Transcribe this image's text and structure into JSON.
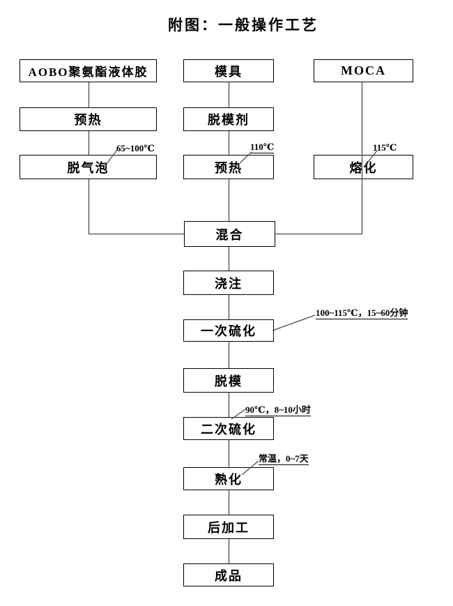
{
  "title": "附图：一般操作工艺",
  "flowchart": {
    "boxes": {
      "aobo": "AOBO聚氨酯液体胶",
      "preheat_glue": "预热",
      "degas": "脱气泡",
      "mold": "模具",
      "release_agent": "脱模剂",
      "preheat_mold": "预热",
      "moca": "MOCA",
      "melt": "熔化",
      "mix": "混合",
      "pour": "浇注",
      "first_cure": "一次硫化",
      "demold": "脱模",
      "second_cure": "二次硫化",
      "mature": "熟化",
      "post_process": "后加工",
      "product": "成品"
    },
    "annotations": {
      "degas_temp": "65~100℃",
      "preheat_mold_temp": "110℃",
      "melt_temp": "115℃",
      "first_cure_condition": "100~115℃，15~60分钟",
      "second_cure_condition": "90℃，8~10小时",
      "mature_condition": "常温，0~7天"
    },
    "colors": {
      "background": "#ffffff",
      "text": "#000000",
      "box_border": "#000000",
      "connector_line": "#4d4d4d"
    }
  }
}
